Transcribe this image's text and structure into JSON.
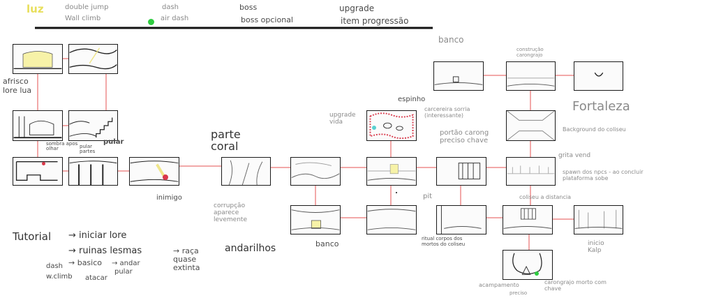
{
  "legend": {
    "luz": "luz",
    "double_jump": "double jump",
    "wall_climb": "Wall climb",
    "dash": "dash",
    "air_dash": "air dash",
    "boss": "boss",
    "boss_opcional": "boss opcional",
    "upgrade": "upgrade",
    "item_progressao": "item progressão"
  },
  "labels": {
    "afrisco_lore_lua": "afrisco lore lua",
    "sombra": "sombra apos olhar",
    "pular_partes": "pular partes",
    "pular": "pular",
    "inimigo": "inimigo",
    "parte_coral": "parte coral",
    "corrupcao": "corrupção aparece levemente",
    "banco_coral": "banco",
    "upgrade_vida": "upgrade vida",
    "espinho": "espinho",
    "carcereira": "carcereira sorria (interessante)",
    "portao": "portão carong preciso chave",
    "pit": "pit",
    "banco_top": "banco",
    "construcao": "construção carongrajo",
    "fortaleza": "Fortaleza",
    "background": "Background do coliseu",
    "grita_vend": "grita vend",
    "spawn": "spawn dos npcs - ao concluir plataforma sobe",
    "coliseu": "coliseu a distancia",
    "ritual": "ritual corpos dos mortos do coliseu",
    "inicio": "inicio Kalp",
    "acampamento": "acampamento",
    "preciso": "preciso",
    "carongrajo": "carongrajo morto com chave"
  },
  "notes": {
    "tutorial": "Tutorial",
    "iniciar_lore": "→ iniciar lore",
    "ruinas": "→ ruinas lesmas",
    "raca": "→ raça quase extinta",
    "andarilhos": "andarilhos",
    "basico": "→ basico",
    "andar": "→ andar",
    "dash": "dash",
    "wclimb": "w.climb",
    "pular": "pular",
    "atacar": "atacar"
  },
  "colors": {
    "connector": "#f2a8a8",
    "ink": "#1b1b1b",
    "pencil": "#7a7a7a",
    "accent_red": "#d9384a",
    "accent_green": "#2ecc40",
    "light_yellow": "#f7f2a8"
  }
}
